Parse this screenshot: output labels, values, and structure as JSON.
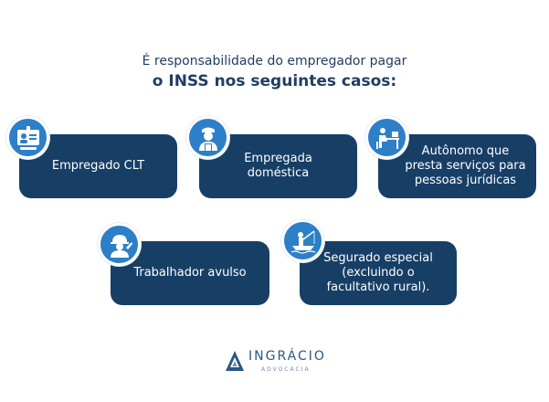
{
  "title": {
    "line1": "É responsabilidade do empregador pagar",
    "line2": "o INSS nos seguintes casos:"
  },
  "cards": [
    {
      "lines": [
        "Empregado CLT"
      ],
      "icon": "id-badge-worker-icon"
    },
    {
      "lines": [
        "Empregada",
        "doméstica"
      ],
      "icon": "maid-icon"
    },
    {
      "lines": [
        "Autônomo que",
        "presta serviços para",
        "pessoas jurídicas"
      ],
      "icon": "desk-worker-icon"
    },
    {
      "lines": [
        "Trabalhador avulso"
      ],
      "icon": "hard-hat-worker-icon"
    },
    {
      "lines": [
        "Segurado especial",
        "(excluindo o",
        "facultativo rural)."
      ],
      "icon": "fisherman-boat-icon"
    }
  ],
  "logo": {
    "name": "INGRÁCIO",
    "subtitle": "ADVOCACIA"
  },
  "colors": {
    "card": "#173f66",
    "badge": "#2d7fc7",
    "title": "#1f3f62"
  }
}
